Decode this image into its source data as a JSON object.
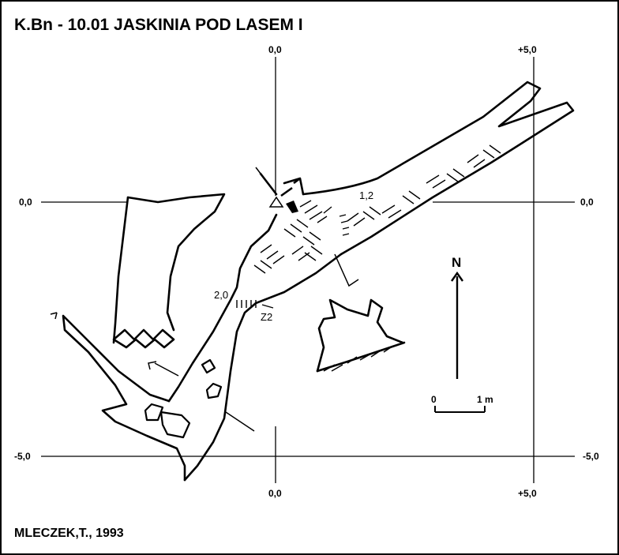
{
  "title": "K.Bn - 10.01  JASKINIA POD LASEM I",
  "author": "MLECZEK,T., 1993",
  "grid": {
    "top_labels": [
      "0,0",
      "+5,0"
    ],
    "bottom_labels": [
      "0,0",
      "+5,0"
    ],
    "left_labels": [
      "0,0",
      "-5,0"
    ],
    "right_labels": [
      "0,0",
      "-5,0"
    ]
  },
  "annotations": {
    "depth_a": "1,2",
    "depth_b": "2,0",
    "point": "Z2"
  },
  "north": "N",
  "scale": {
    "start": "0",
    "end": "1 m"
  },
  "colors": {
    "ink": "#000000",
    "paper": "#ffffff"
  }
}
